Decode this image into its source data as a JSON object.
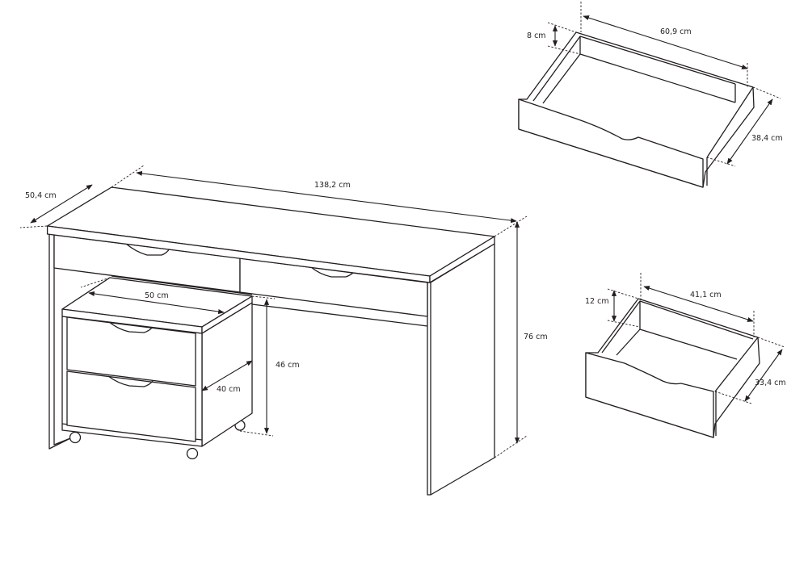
{
  "title": "Desk with mobile drawer unit - dimensions",
  "colors": {
    "line": "#231f20",
    "background": "#ffffff"
  },
  "desk": {
    "width_label": "138,2 cm",
    "depth_label": "50,4 cm",
    "height_label": "76 cm"
  },
  "cabinet": {
    "width_label": "50 cm",
    "depth_label": "40 cm",
    "height_label": "46 cm"
  },
  "desk_drawer": {
    "height_label": "8 cm",
    "width_label": "60,9 cm",
    "depth_label": "38,4 cm"
  },
  "cabinet_drawer": {
    "height_label": "12 cm",
    "width_label": "41,1 cm",
    "depth_label": "33,4 cm"
  }
}
